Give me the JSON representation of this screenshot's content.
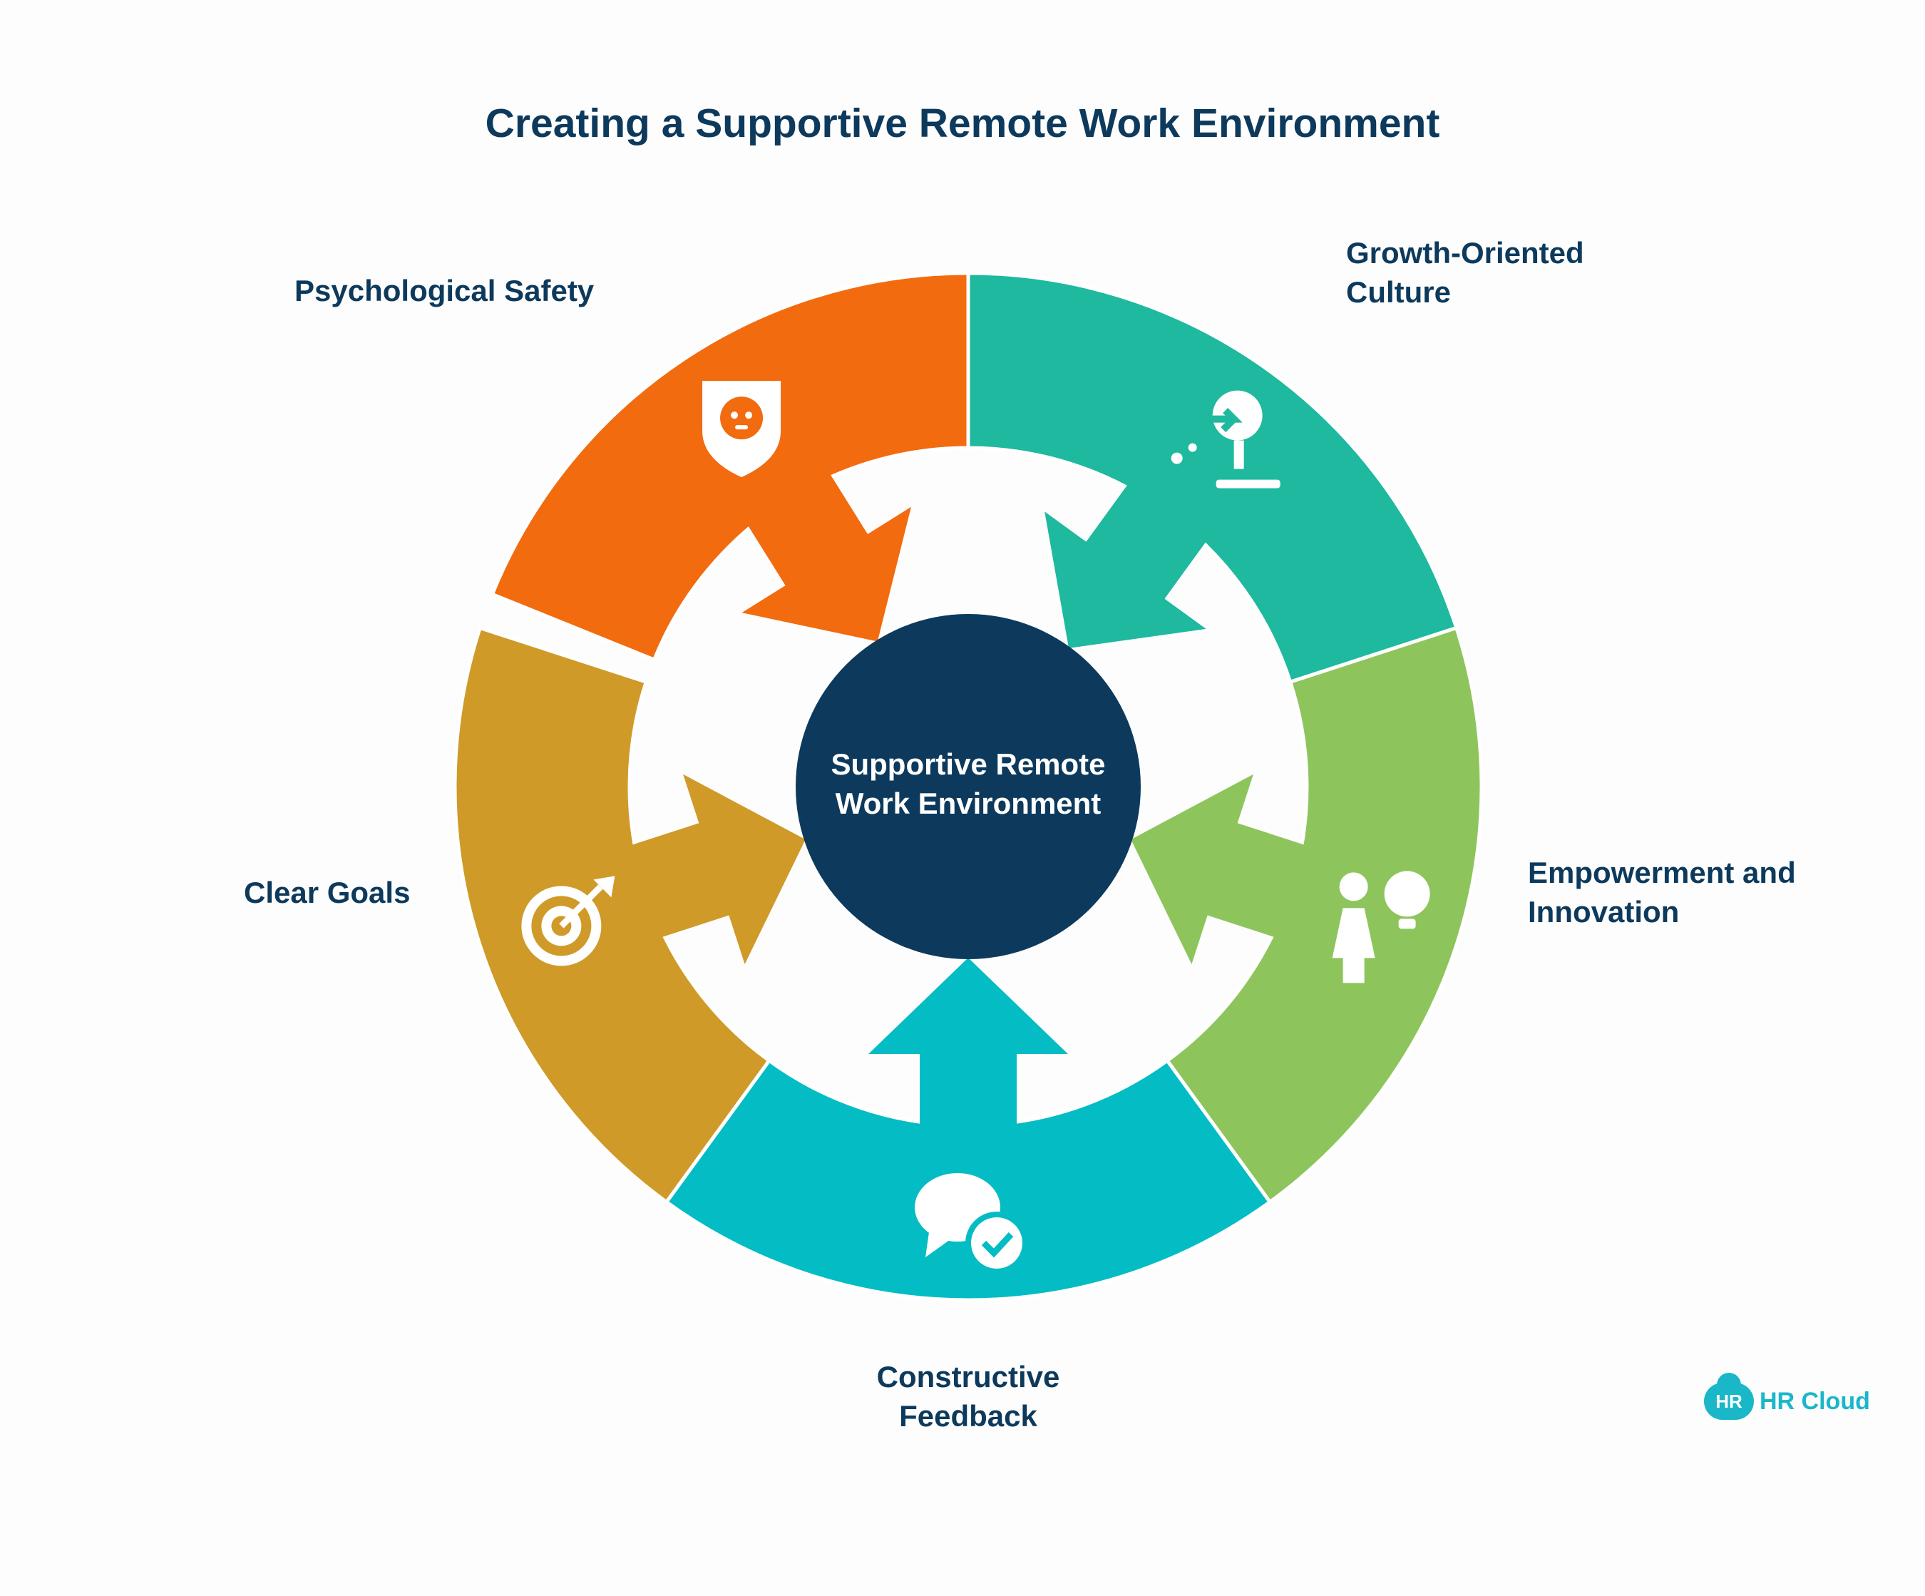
{
  "title": "Creating a Supportive Remote Work Environment",
  "center": {
    "label": "Supportive Remote\nWork Environment",
    "color": "#0d3a5c"
  },
  "segments": [
    {
      "label": "Psychological Safety",
      "color": "#f26b0f",
      "icon": "shield-face-icon"
    },
    {
      "label": "Growth-Oriented\nCulture",
      "color": "#1eb99e",
      "icon": "growth-arrow-icon"
    },
    {
      "label": "Empowerment and\nInnovation",
      "color": "#8dc55c",
      "icon": "person-idea-icon"
    },
    {
      "label": "Constructive\nFeedback",
      "color": "#04bcc4",
      "icon": "chat-check-icon"
    },
    {
      "label": "Clear Goals",
      "color": "#cf9a28",
      "icon": "target-dart-icon"
    }
  ],
  "brand": {
    "badge": "HR",
    "name": "HR Cloud"
  }
}
